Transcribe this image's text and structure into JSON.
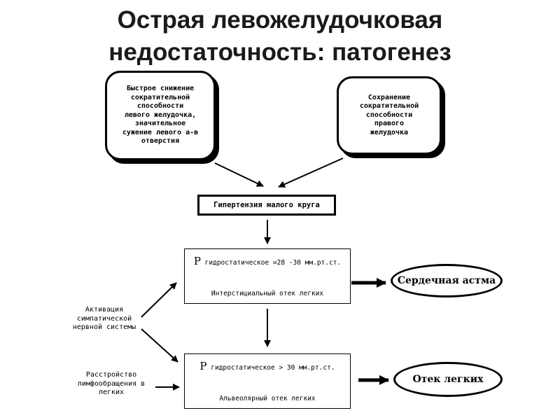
{
  "title": {
    "line1": "Острая левожелудочковая",
    "line2": "недостаточность: патогенез"
  },
  "nodes": {
    "left_top": [
      "Быстрое снижение",
      "сократительной",
      "способности",
      "левого желудочка,",
      "значительное",
      "сужение левого а-в",
      "отверстия"
    ],
    "right_top": [
      "Сохранение",
      "сократительной",
      "способности",
      "правого",
      "желудочка"
    ],
    "hypertension": "Гипертензия малого круга",
    "box1": {
      "p_letter": "Р",
      "pressure": "гидростатическое =28 -30 мм.рт.ст.",
      "result": "Интерстициальный отек легких"
    },
    "box2": {
      "p_letter": "Р",
      "pressure": "гидростатическое > 30 мм.рт.ст.",
      "result": "Альвеолярный отек легких"
    },
    "outcome1": "Сердечная астма",
    "outcome2": "Отек легких",
    "activation": [
      "Активация",
      "симпатической",
      "нервной системы"
    ],
    "lymph": [
      "Расстройство",
      "лимфообращения в",
      "легких"
    ]
  }
}
